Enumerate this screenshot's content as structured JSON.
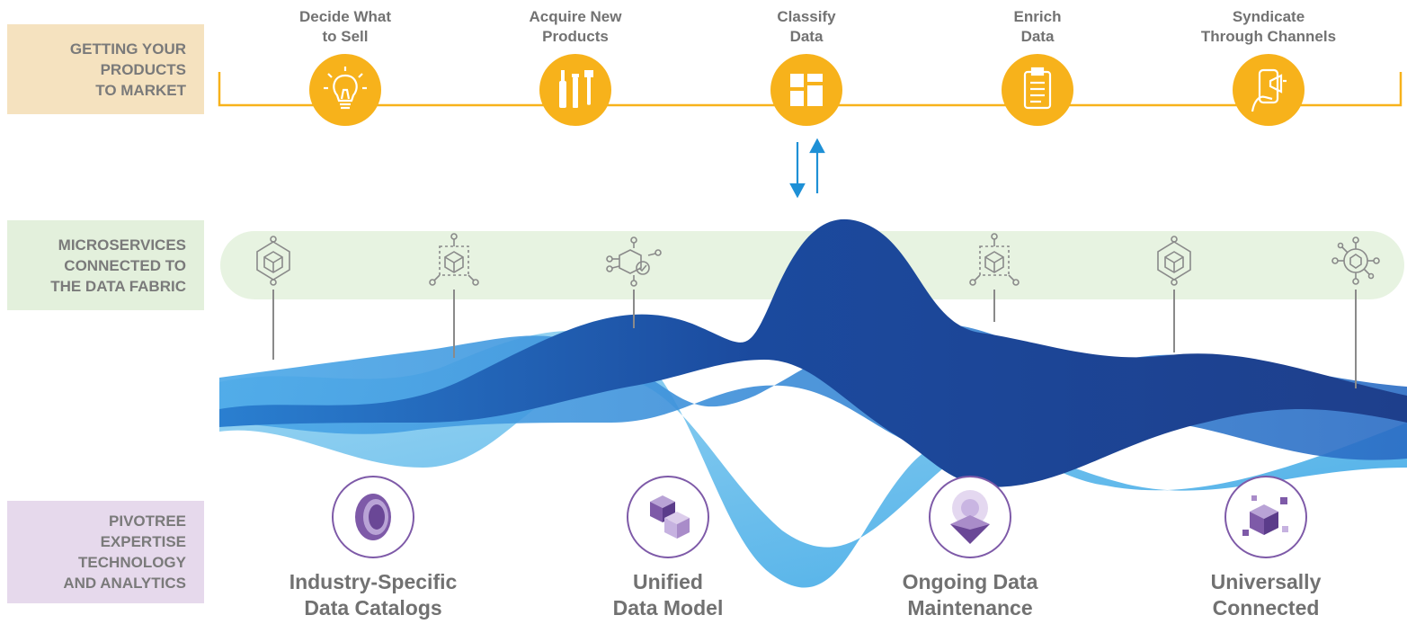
{
  "bands": {
    "market": {
      "label": "GETTING YOUR\nPRODUCTS\nTO MARKET",
      "color": "#f5e2bf"
    },
    "microservices": {
      "label": "MICROSERVICES\nCONNECTED TO\nTHE DATA FABRIC",
      "color": "#e3f0dc"
    },
    "expertise": {
      "label": "PIVOTREE\nEXPERTISE\nTECHNOLOGY\nAND ANALYTICS",
      "color": "#e6d9ec"
    }
  },
  "steps": [
    {
      "label": "Decide What\nto Sell",
      "icon": "lightbulb-icon"
    },
    {
      "label": "Acquire New\nProducts",
      "icon": "tools-icon"
    },
    {
      "label": "Classify\nData",
      "icon": "grid-icon"
    },
    {
      "label": "Enrich\nData",
      "icon": "clipboard-icon"
    },
    {
      "label": "Syndicate\nThrough Channels",
      "icon": "phone-megaphone-icon"
    }
  ],
  "microservice_icons": [
    "cube-network-icon",
    "cube-dashed-icon",
    "cube-check-icon",
    "cube-dashed-icon",
    "cube-network-icon",
    "cube-radial-icon"
  ],
  "capabilities": [
    {
      "label": "Industry-Specific\nData Catalogs",
      "icon": "disc-icon"
    },
    {
      "label": "Unified\nData Model",
      "icon": "cubes-icon"
    },
    {
      "label": "Ongoing Data\nMaintenance",
      "icon": "beacon-icon"
    },
    {
      "label": "Universally\nConnected",
      "icon": "cube-cluster-icon"
    }
  ],
  "colors": {
    "accent_orange": "#f7b21b",
    "arrow_blue": "#1e90d6",
    "wave_dark": "#1d4fa3",
    "wave_light": "#5ec1ee",
    "purple": "#7e5aa8"
  }
}
